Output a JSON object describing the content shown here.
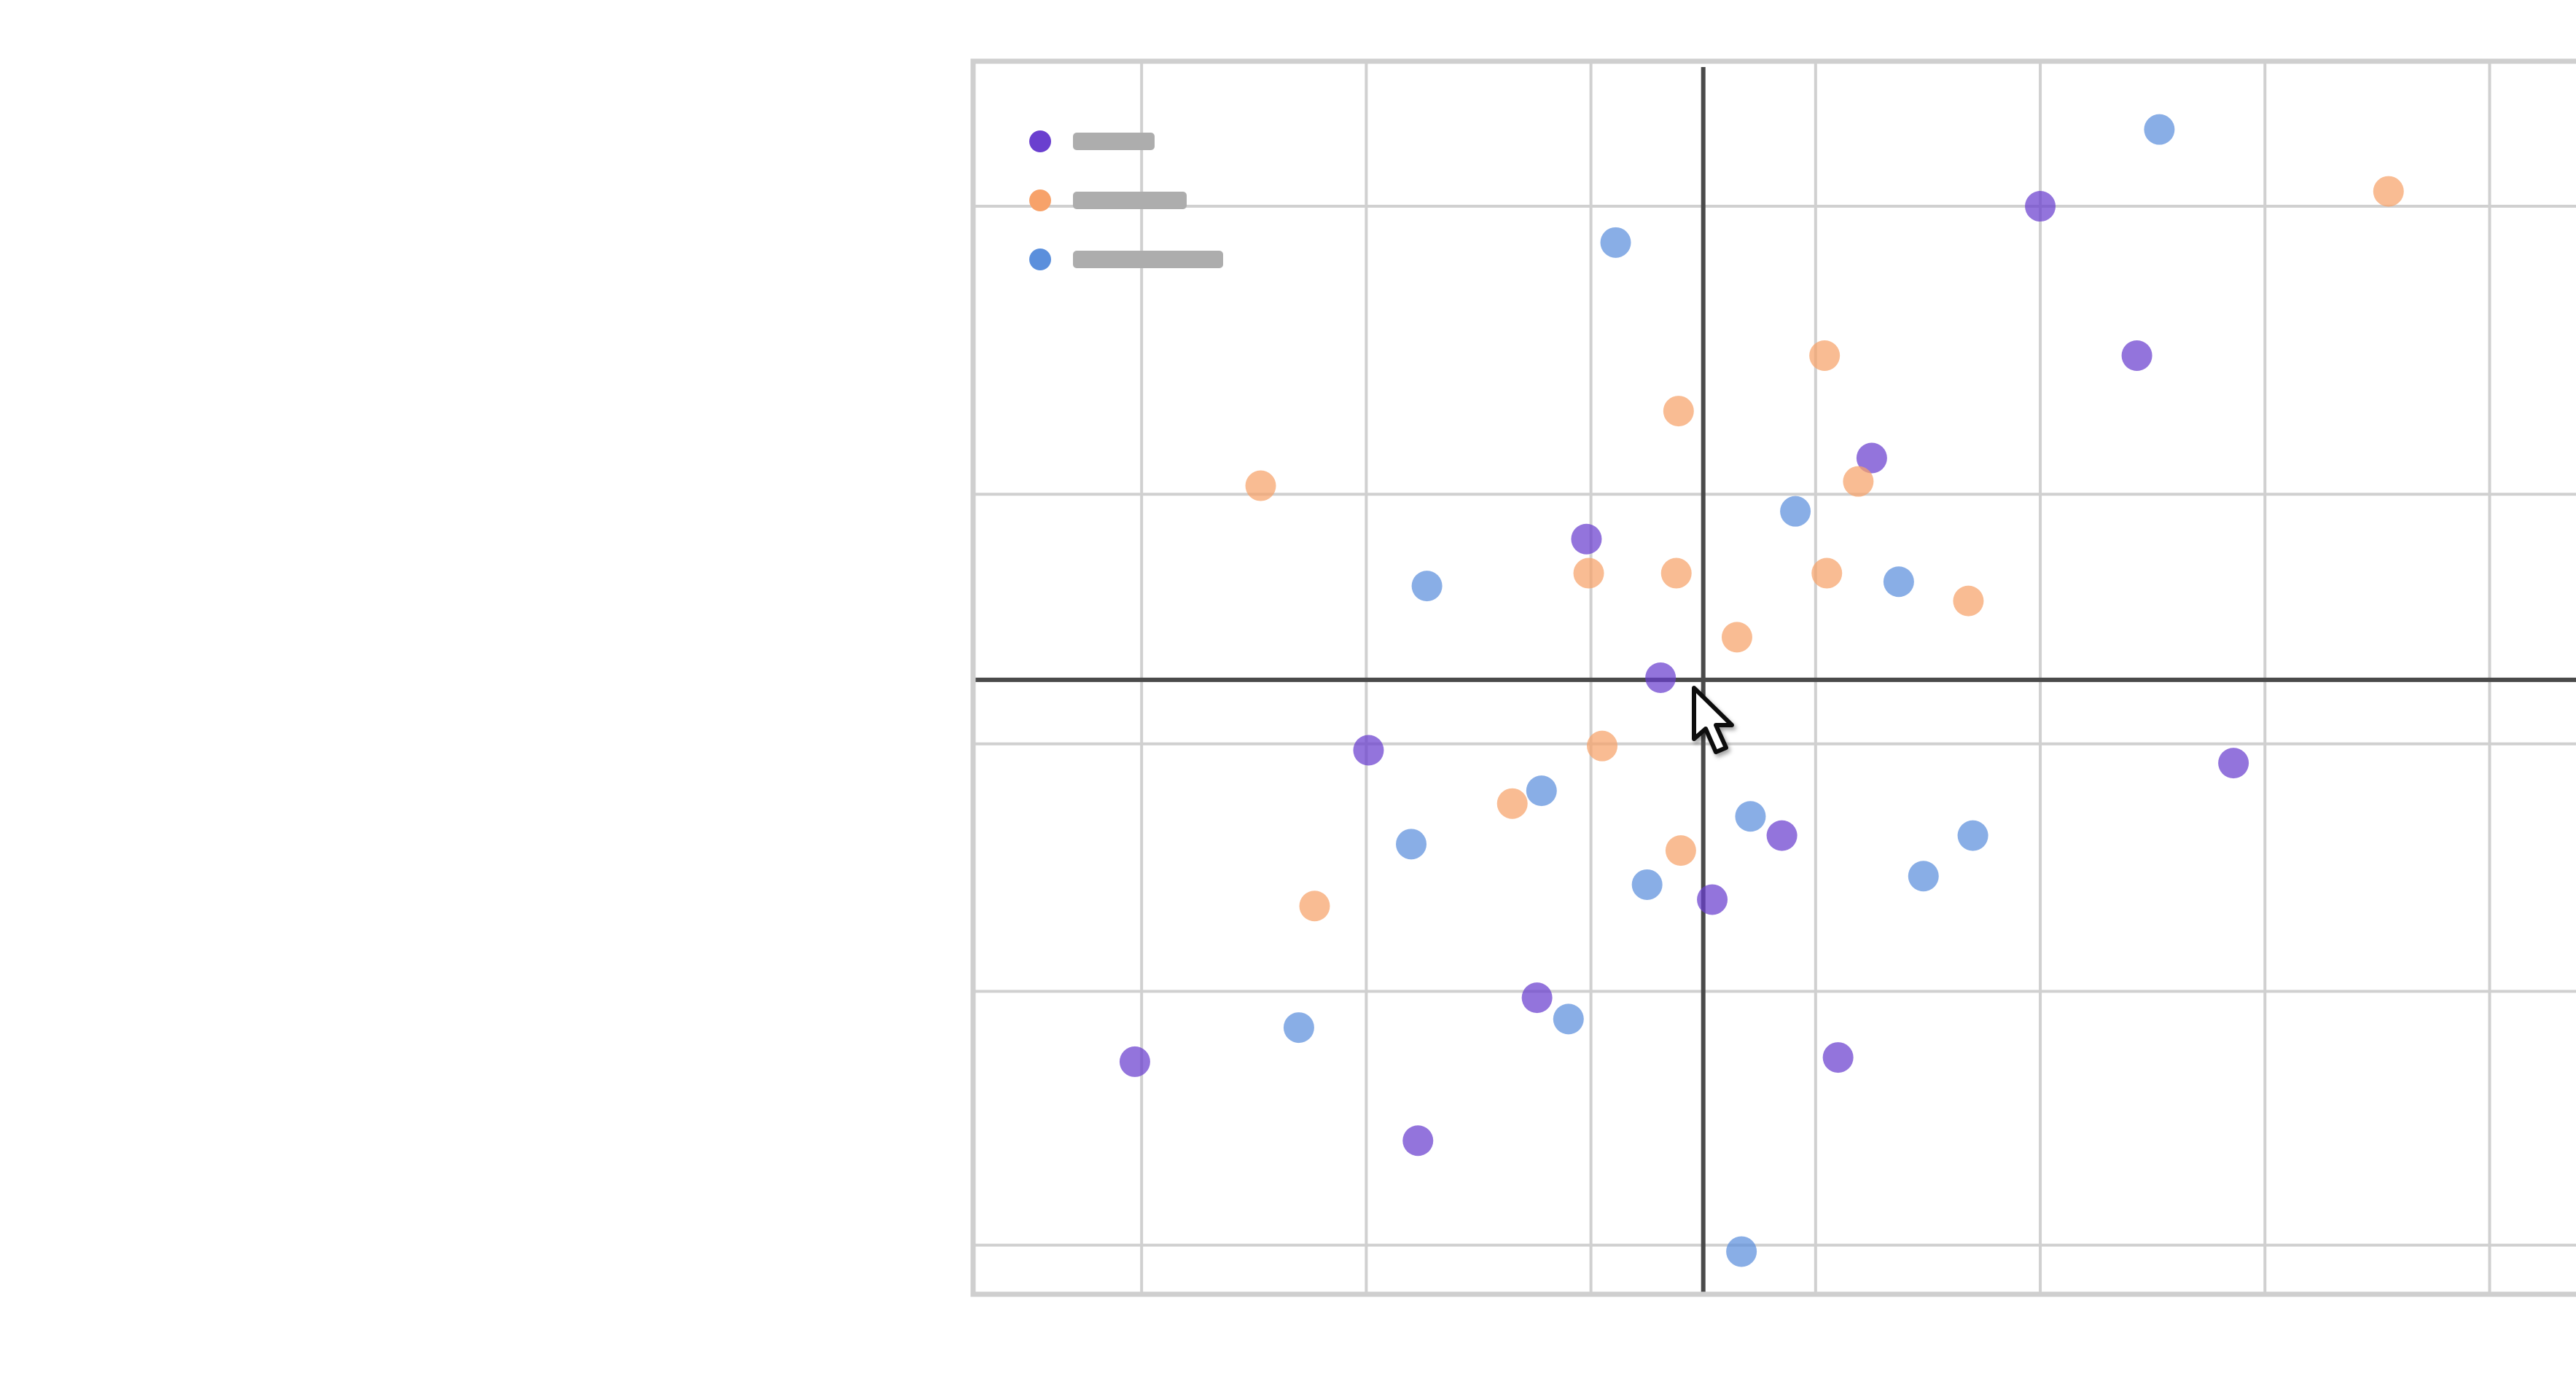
{
  "chart_data": {
    "type": "scatter",
    "title": "",
    "xlabel": "",
    "ylabel": "",
    "xlim": [
      -3.25,
      4.05
    ],
    "ylim": [
      -2.88,
      2.9
    ],
    "x_grid": [
      -2.5,
      -1.5,
      -0.5,
      0.5,
      1.5,
      2.5,
      3.5
    ],
    "y_grid": [
      2.22,
      0.87,
      -0.3,
      -1.46,
      -2.65
    ],
    "grid": true,
    "zero_axes": true,
    "legend_position": "top-left",
    "series": [
      {
        "color": "#6a3fcf",
        "points": [
          {
            "x": 1.5,
            "y": 2.22
          },
          {
            "x": 1.93,
            "y": 1.52
          },
          {
            "x": 0.75,
            "y": 1.04
          },
          {
            "x": -0.52,
            "y": 0.66
          },
          {
            "x": -0.19,
            "y": 0.01
          },
          {
            "x": -1.49,
            "y": -0.33
          },
          {
            "x": 2.36,
            "y": -0.39
          },
          {
            "x": 0.35,
            "y": -0.73
          },
          {
            "x": 0.04,
            "y": -1.03
          },
          {
            "x": -0.74,
            "y": -1.49
          },
          {
            "x": 0.6,
            "y": -1.77
          },
          {
            "x": -2.53,
            "y": -1.79
          },
          {
            "x": -1.27,
            "y": -2.16
          }
        ]
      },
      {
        "color": "#f7a26a",
        "points": [
          {
            "x": 3.05,
            "y": 2.29
          },
          {
            "x": 0.54,
            "y": 1.52
          },
          {
            "x": -0.11,
            "y": 1.26
          },
          {
            "x": -1.97,
            "y": 0.91
          },
          {
            "x": 0.69,
            "y": 0.93
          },
          {
            "x": -0.51,
            "y": 0.5
          },
          {
            "x": -0.12,
            "y": 0.5
          },
          {
            "x": 0.55,
            "y": 0.5
          },
          {
            "x": 1.18,
            "y": 0.37
          },
          {
            "x": 0.15,
            "y": 0.2
          },
          {
            "x": -0.45,
            "y": -0.31
          },
          {
            "x": -0.85,
            "y": -0.58
          },
          {
            "x": -0.1,
            "y": -0.8
          },
          {
            "x": -1.73,
            "y": -1.06
          }
        ]
      },
      {
        "color": "#5b8fdc",
        "points": [
          {
            "x": 2.03,
            "y": 2.58
          },
          {
            "x": -0.39,
            "y": 2.05
          },
          {
            "x": 0.41,
            "y": 0.79
          },
          {
            "x": -1.23,
            "y": 0.44
          },
          {
            "x": 0.87,
            "y": 0.46
          },
          {
            "x": -0.72,
            "y": -0.52
          },
          {
            "x": 0.21,
            "y": -0.64
          },
          {
            "x": 1.2,
            "y": -0.73
          },
          {
            "x": -1.3,
            "y": -0.77
          },
          {
            "x": -0.25,
            "y": -0.96
          },
          {
            "x": 0.98,
            "y": -0.92
          },
          {
            "x": -1.8,
            "y": -1.63
          },
          {
            "x": -0.6,
            "y": -1.59
          },
          {
            "x": 0.17,
            "y": -2.68
          }
        ]
      }
    ]
  },
  "legend": {
    "items": [
      {
        "color": "#6a3fcf"
      },
      {
        "color": "#f7a26a"
      },
      {
        "color": "#5b8fdc"
      }
    ]
  },
  "icons": {
    "cursor": "mouse-pointer-icon"
  }
}
